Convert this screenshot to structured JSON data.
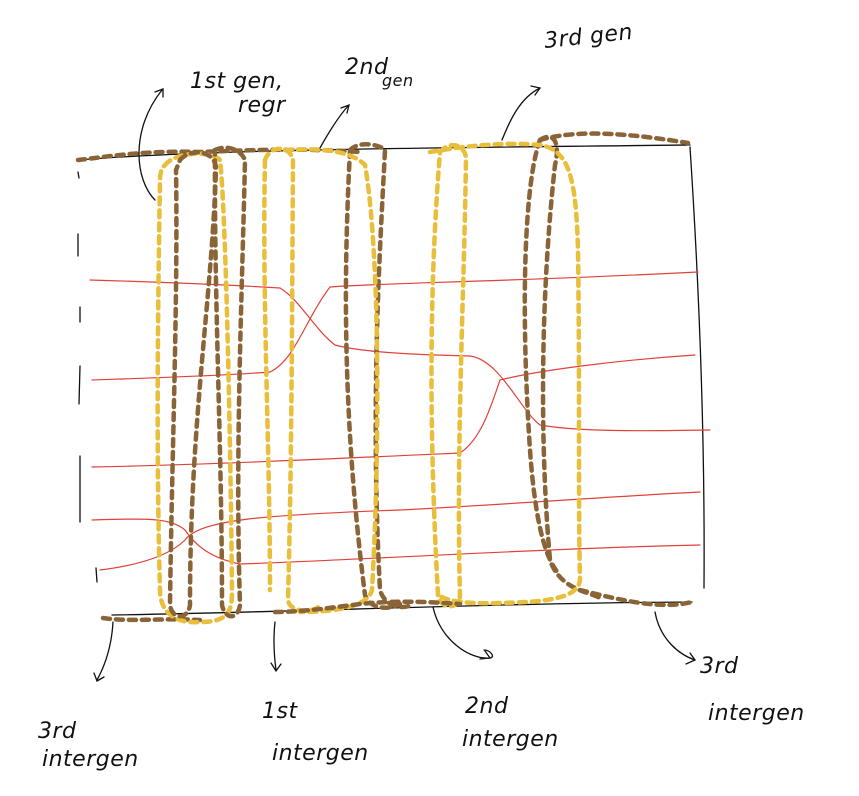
{
  "labels": {
    "gen1_line1": "1st gen,",
    "gen1_line2": "regr",
    "gen2_line1": "2nd",
    "gen2_line2": "gen",
    "gen3": "3rd gen",
    "intergen3_left_line1": "3rd",
    "intergen3_left_line2": "intergen",
    "intergen1_line1": "1st",
    "intergen1_line2": "intergen",
    "intergen2_line1": "2nd",
    "intergen2_line2": "intergen",
    "intergen3_right_line1": "3rd",
    "intergen3_right_line2": "intergen"
  },
  "colors": {
    "strand": "#e0413a",
    "dark_dashed": "#8a6436",
    "gold_dashed": "#e8be3a",
    "ink": "#111111"
  }
}
